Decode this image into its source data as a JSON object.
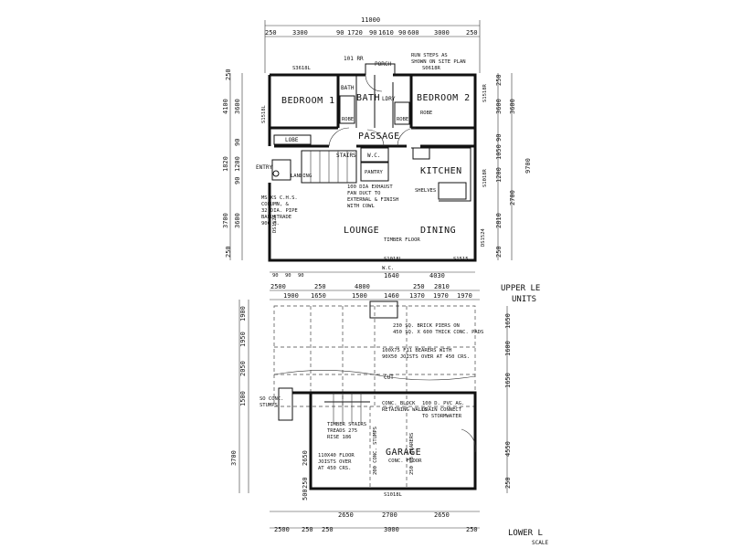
{
  "upper_plan": {
    "overall_width": "11000",
    "top_dims": [
      "250",
      "3300",
      "90",
      "1720",
      "90",
      "1610",
      "90",
      "600",
      "3000",
      "250"
    ],
    "top_notes": [
      "101 RR",
      "PORCH",
      "RUN STEPS AS",
      "SHOWN ON SITE PLAN",
      "S0618R",
      "S3618L"
    ],
    "rooms": {
      "bedroom1": "BEDROOM 1",
      "bedroom2": "BEDROOM 2",
      "bath_small": "BATH",
      "bath": "BATH",
      "ldry": "LDRY",
      "robe1": "ROBE",
      "robe2": "ROBE",
      "robe3": "ROBE",
      "lobe": "LOBE",
      "passage": "PASSAGE",
      "stairs": "STAIRS",
      "wc": "W.C.",
      "kitchen": "KITCHEN",
      "pantry": "PANTRY",
      "entry": "ENTRY",
      "landing": "LANDING",
      "lounge": "LOUNGE",
      "dining": "DINING",
      "floor_note": "TIMBER FLOOR",
      "shelves": "SHELVES"
    },
    "notes": [
      "100 DIA EXHAUST",
      "FAN DUCT TO",
      "EXTERNAL & FINISH",
      "WITH COWL",
      "MS KS C.H.S.",
      "COLUMN, &",
      "32 DIA. PIPE",
      "BALUSTRADE",
      "900 H."
    ],
    "left_dims": [
      "250",
      "3600",
      "4100",
      "90",
      "1200",
      "1820",
      "90",
      "3600",
      "3700",
      "250"
    ],
    "right_dims": [
      "250",
      "3600",
      "3600",
      "90",
      "1050",
      "9700",
      "1200",
      "2810",
      "2700",
      "250",
      "S1518R",
      "S1018R"
    ],
    "window_labels": [
      "S1518L",
      "DS1524",
      "S1018L",
      "S1515",
      "DS1524"
    ],
    "bottom_dims": [
      "90",
      "90",
      "90",
      "1640",
      "4030",
      "W.C."
    ]
  },
  "lower_plan": {
    "top_dims": [
      "2500",
      "250",
      "4800",
      "250",
      "2810",
      "1970",
      "1900",
      "1650",
      "1500",
      "1460",
      "1370",
      "1970"
    ],
    "title_1": "UPPER LE",
    "title_2": "UNITS",
    "notes": [
      "230 SQ. BRICK PIERS ON",
      "450 SQ. X 600 THICK CONC. PADS",
      "100X75 F11 BEARERS WITH",
      "90X50 JOISTS OVER AT 450 CRS.",
      "CUT",
      "CONC. BLOCK",
      "RETAINING WALLS",
      "100 D. PVC AG.",
      "DRAIN CONNECT",
      "TO STORMWATER",
      "TIMBER STAIRS",
      "TREADS 275",
      "RISE 186",
      "110X40 FLOOR",
      "JOISTS OVER",
      "AT 450 CRS.",
      "GARAGE",
      "CONC. FLOOR",
      "200 CONC. STUMPS",
      "250 UB BEARERS",
      "SO CONC.",
      "STUMPS",
      "S1018L"
    ],
    "left_dims": [
      "1900",
      "1950",
      "2050",
      "1500",
      "3700",
      "2650",
      "250",
      "500"
    ],
    "right_dims": [
      "1650",
      "1600",
      "1650",
      "4550",
      "250"
    ],
    "bottom_dims": [
      "250",
      "2500",
      "250",
      "2650",
      "2700",
      "3000",
      "2650",
      "250"
    ],
    "footer_1": "LOWER L",
    "footer_2": "SCALE"
  }
}
